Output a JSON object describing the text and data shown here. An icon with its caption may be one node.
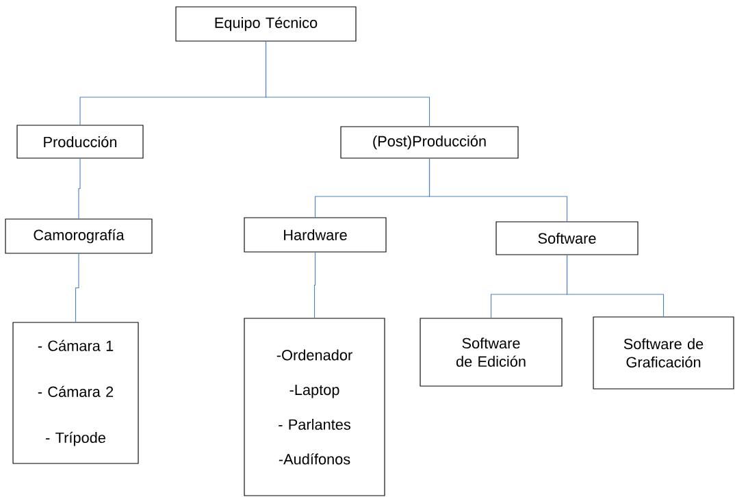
{
  "diagram": {
    "nodes": [
      {
        "text": [
          "Equipo Técnico"
        ]
      },
      {
        "text": [
          "Producción"
        ]
      },
      {
        "text": [
          "(Post)Producción"
        ]
      },
      {
        "text": [
          "Camorografía"
        ]
      },
      {
        "text": [
          "Hardware"
        ]
      },
      {
        "text": [
          "Software"
        ]
      },
      {
        "text": [
          "- Cámara 1",
          "- Cámara 2",
          "- Trípode"
        ]
      },
      {
        "text": [
          "-Ordenador",
          "-Laptop",
          "- Parlantes",
          "-Audífonos"
        ]
      },
      {
        "text": [
          "Software de Edición"
        ]
      },
      {
        "text": [
          "Software de Graficación"
        ]
      }
    ],
    "edges": [
      {
        "from": 0,
        "to": 1,
        "arrow": "none"
      },
      {
        "from": 0,
        "to": 2,
        "arrow": "none"
      },
      {
        "from": 1,
        "to": 3,
        "arrow": "none"
      },
      {
        "from": 3,
        "to": 6,
        "arrow": "none"
      },
      {
        "from": 2,
        "to": 4,
        "arrow": "none"
      },
      {
        "from": 2,
        "to": 5,
        "arrow": "none"
      },
      {
        "from": 4,
        "to": 7,
        "arrow": "none"
      },
      {
        "from": 5,
        "to": 8,
        "arrow": "none"
      },
      {
        "from": 5,
        "to": 9,
        "arrow": "none"
      }
    ]
  }
}
